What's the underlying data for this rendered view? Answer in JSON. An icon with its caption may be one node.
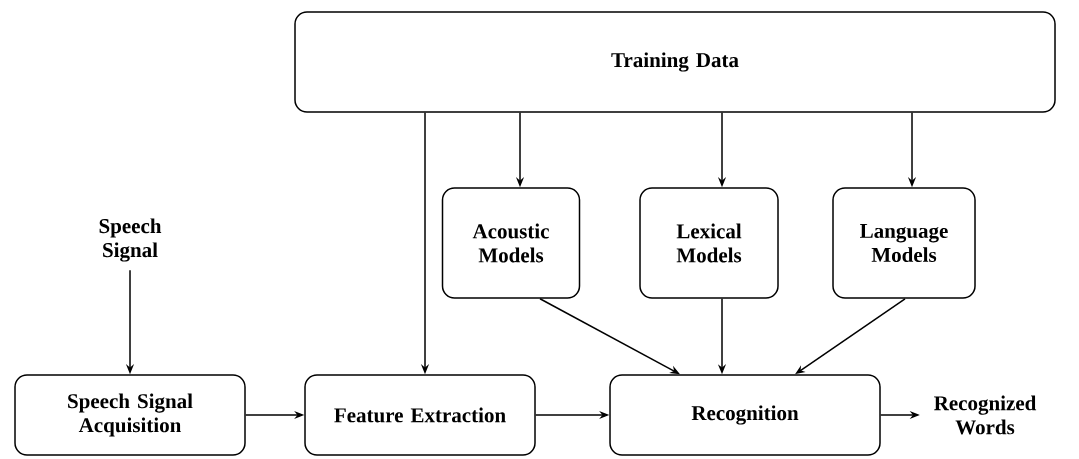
{
  "diagram": {
    "nodes": [
      {
        "text": [
          "Training Data"
        ]
      },
      {
        "text": [
          "Acoustic Models"
        ]
      },
      {
        "text": [
          "Lexical Models"
        ]
      },
      {
        "text": [
          "Language Models"
        ]
      },
      {
        "text": [
          "Speech Signal"
        ]
      },
      {
        "text": [
          "Speech Signal Acquisition"
        ]
      },
      {
        "text": [
          "Feature Extraction"
        ]
      },
      {
        "text": [
          "Recognition"
        ]
      },
      {
        "text": [
          "Recognized Words"
        ]
      }
    ],
    "edges": [
      {
        "from": 0,
        "to": 6,
        "arrow": "to"
      },
      {
        "from": 0,
        "to": 1,
        "arrow": "to"
      },
      {
        "from": 0,
        "to": 2,
        "arrow": "to"
      },
      {
        "from": 0,
        "to": 3,
        "arrow": "to"
      },
      {
        "from": 4,
        "to": 5,
        "arrow": "to"
      },
      {
        "from": 5,
        "to": 6,
        "arrow": "to"
      },
      {
        "from": 6,
        "to": 7,
        "arrow": "to"
      },
      {
        "from": 1,
        "to": 7,
        "arrow": "to"
      },
      {
        "from": 2,
        "to": 7,
        "arrow": "to"
      },
      {
        "from": 3,
        "to": 7,
        "arrow": "to"
      },
      {
        "from": 7,
        "to": 8,
        "arrow": "to"
      }
    ]
  }
}
